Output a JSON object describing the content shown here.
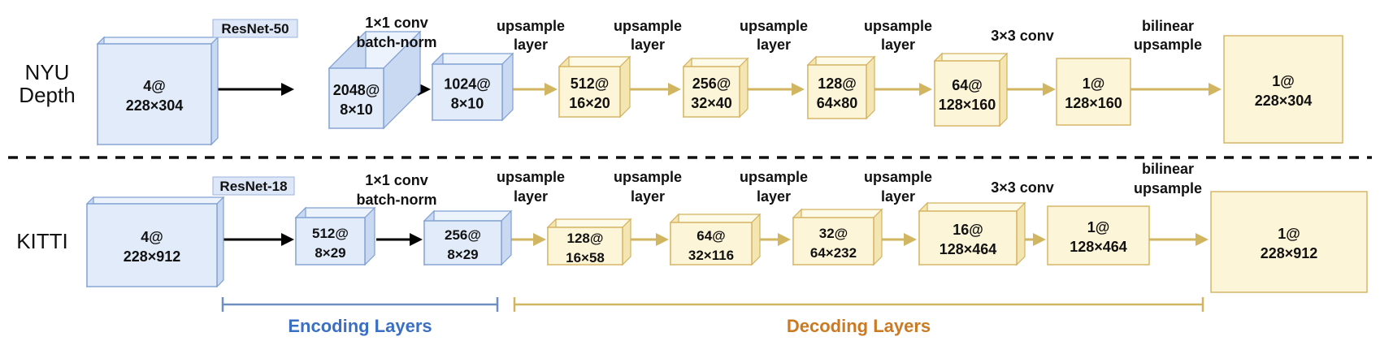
{
  "rows": [
    {
      "label_lines": [
        "NYU",
        "Depth"
      ],
      "backbone": "ResNet-50",
      "blocks": [
        {
          "lines": [
            "4@",
            "228×304"
          ],
          "kind": "input"
        },
        {
          "lines": [
            "2048@",
            "8×10"
          ],
          "kind": "encoder"
        },
        {
          "lines": [
            "1024@",
            "8×10"
          ],
          "kind": "encoder"
        },
        {
          "lines": [
            "512@",
            "16×20"
          ],
          "kind": "decoder"
        },
        {
          "lines": [
            "256@",
            "32×40"
          ],
          "kind": "decoder"
        },
        {
          "lines": [
            "128@",
            "64×80"
          ],
          "kind": "decoder"
        },
        {
          "lines": [
            "64@",
            "128×160"
          ],
          "kind": "decoder"
        },
        {
          "lines": [
            "1@",
            "128×160"
          ],
          "kind": "decoder"
        },
        {
          "lines": [
            "1@",
            "228×304"
          ],
          "kind": "output"
        }
      ],
      "ops": [
        {
          "lines": [
            "1×1 conv",
            "batch-norm"
          ]
        },
        {
          "lines": [
            "upsample",
            "layer"
          ]
        },
        {
          "lines": [
            "upsample",
            "layer"
          ]
        },
        {
          "lines": [
            "upsample",
            "layer"
          ]
        },
        {
          "lines": [
            "upsample",
            "layer"
          ]
        },
        {
          "lines": [
            "3×3 conv"
          ]
        },
        {
          "lines": [
            "bilinear",
            "upsample"
          ]
        }
      ]
    },
    {
      "label_lines": [
        "KITTI"
      ],
      "backbone": "ResNet-18",
      "blocks": [
        {
          "lines": [
            "4@",
            "228×912"
          ],
          "kind": "input"
        },
        {
          "lines": [
            "512@",
            "8×29"
          ],
          "kind": "encoder"
        },
        {
          "lines": [
            "256@",
            "8×29"
          ],
          "kind": "encoder"
        },
        {
          "lines": [
            "128@",
            "16×58"
          ],
          "kind": "decoder"
        },
        {
          "lines": [
            "64@",
            "32×116"
          ],
          "kind": "decoder"
        },
        {
          "lines": [
            "32@",
            "64×232"
          ],
          "kind": "decoder"
        },
        {
          "lines": [
            "16@",
            "128×464"
          ],
          "kind": "decoder"
        },
        {
          "lines": [
            "1@",
            "128×464"
          ],
          "kind": "decoder"
        },
        {
          "lines": [
            "1@",
            "228×912"
          ],
          "kind": "output"
        }
      ],
      "ops": [
        {
          "lines": [
            "1×1 conv",
            "batch-norm"
          ]
        },
        {
          "lines": [
            "upsample",
            "layer"
          ]
        },
        {
          "lines": [
            "upsample",
            "layer"
          ]
        },
        {
          "lines": [
            "upsample",
            "layer"
          ]
        },
        {
          "lines": [
            "upsample",
            "layer"
          ]
        },
        {
          "lines": [
            "3×3 conv"
          ]
        },
        {
          "lines": [
            "bilinear",
            "upsample"
          ]
        }
      ]
    }
  ],
  "brackets": {
    "encoding": "Encoding Layers",
    "decoding": "Decoding Layers"
  },
  "colors": {
    "encoder_front": "#e1ebfa",
    "encoder_side": "#c9d9f2",
    "encoder_top": "#edf3fc",
    "encoder_stroke": "#7f9fd2",
    "decoder_front": "#fdf5d8",
    "decoder_side": "#f4e6b2",
    "decoder_top": "#fefae8",
    "decoder_stroke": "#d4b15e",
    "encoder_arrow": "#000000",
    "decoder_arrow": "#d2b560",
    "encoding_bracket": "#6f8fc2",
    "encoding_text": "#3a6fc4",
    "decoding_bracket": "#d2b560",
    "decoding_text": "#cc7a22",
    "backbone_bg": "#dde7f7",
    "backbone_stroke": "#9ab3de"
  }
}
